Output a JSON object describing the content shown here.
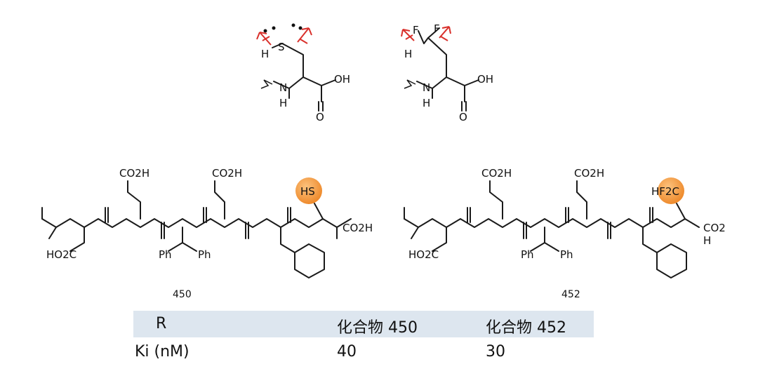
{
  "top_structures": {
    "left": {
      "atoms": [
        "S",
        "H",
        "N",
        "H",
        "OH",
        "O"
      ]
    },
    "right": {
      "atoms": [
        "F",
        "F",
        "H",
        "N",
        "H",
        "OH",
        "O"
      ]
    }
  },
  "peptides": [
    {
      "label": "450",
      "highlight": "HS",
      "terminal": "CO2H",
      "acid_top": "CO2H",
      "acid_bottom": "HO2C",
      "aryl": "Ph"
    },
    {
      "label": "452",
      "highlight": "HF2C",
      "terminal": "CO2",
      "terminal_h": "H",
      "acid_top": "CO2H",
      "acid_bottom": "HO2C",
      "aryl": "Ph"
    }
  ],
  "table": {
    "headers": [
      "R",
      "化合物 450",
      "化合物 452"
    ],
    "rows": [
      {
        "label": "Ki (nM)",
        "values": [
          "40",
          "30"
        ]
      }
    ]
  },
  "colors": {
    "highlight": "#f39a3a",
    "arrow": "#d9302b",
    "band": "#dde6ef"
  }
}
